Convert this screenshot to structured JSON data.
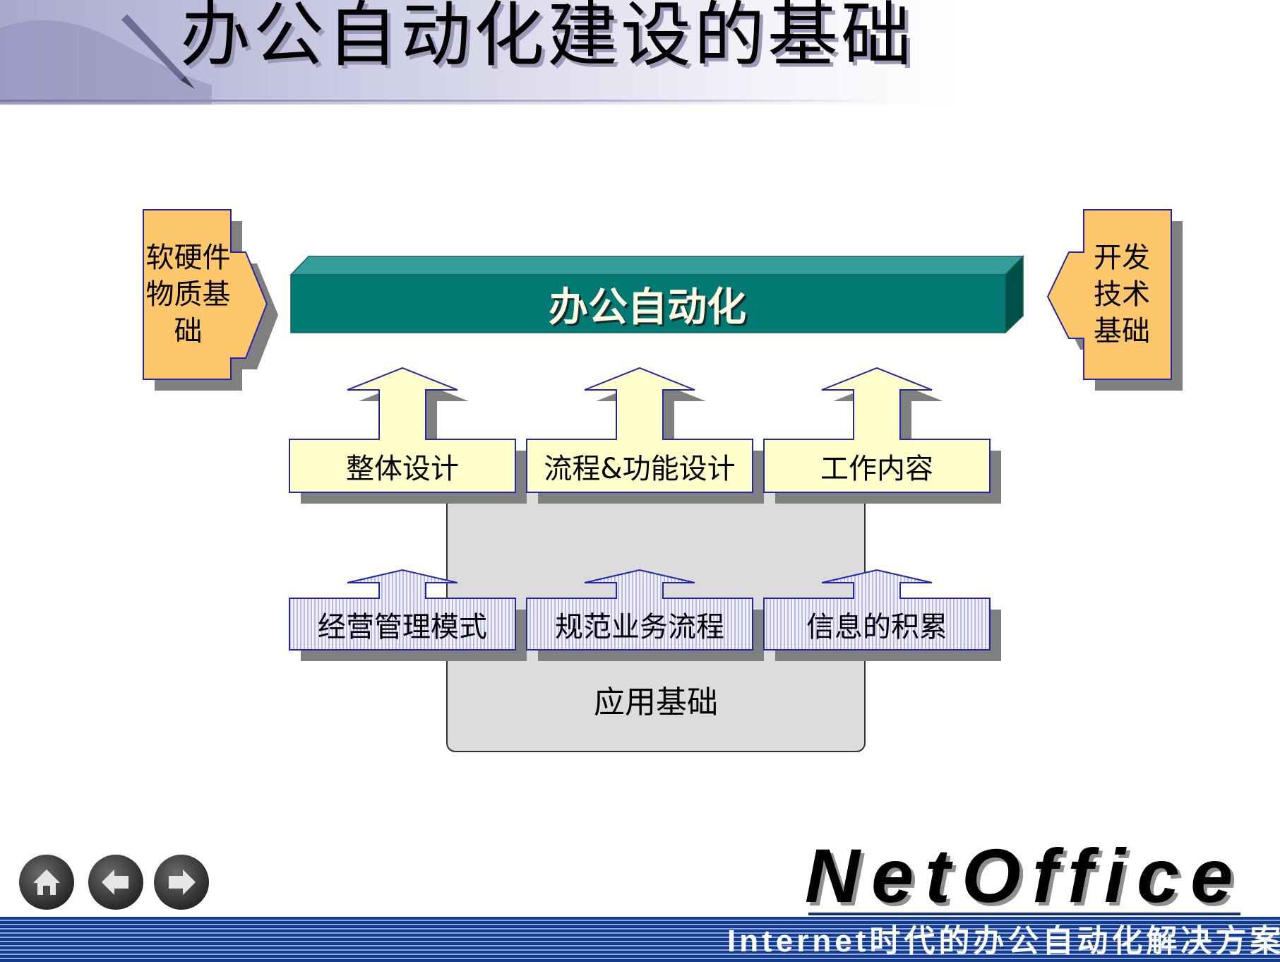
{
  "title": "办公自动化建设的基础",
  "diagram": {
    "main": "办公自动化",
    "left_input": "软硬件物质基础",
    "right_input": "开发技术基础",
    "upper_row": [
      "整体设计",
      "流程&功能设计",
      "工作内容"
    ],
    "lower_row": [
      "经营管理模式",
      "规范业务流程",
      "信息的积累"
    ],
    "base_label": "应用基础"
  },
  "colors": {
    "main_bar": "#007a73",
    "side_box": "#ffc76b",
    "upper_box": "#ffffcc",
    "lower_box": "#e6e6ff",
    "base_panel": "#dcdcdc",
    "footer": "#123a8c"
  },
  "nav": {
    "icons": [
      "home-icon",
      "back-icon",
      "forward-icon"
    ]
  },
  "footer": {
    "brand": "NetOffice",
    "caption": "Internet时代的办公自动化解决方案"
  }
}
